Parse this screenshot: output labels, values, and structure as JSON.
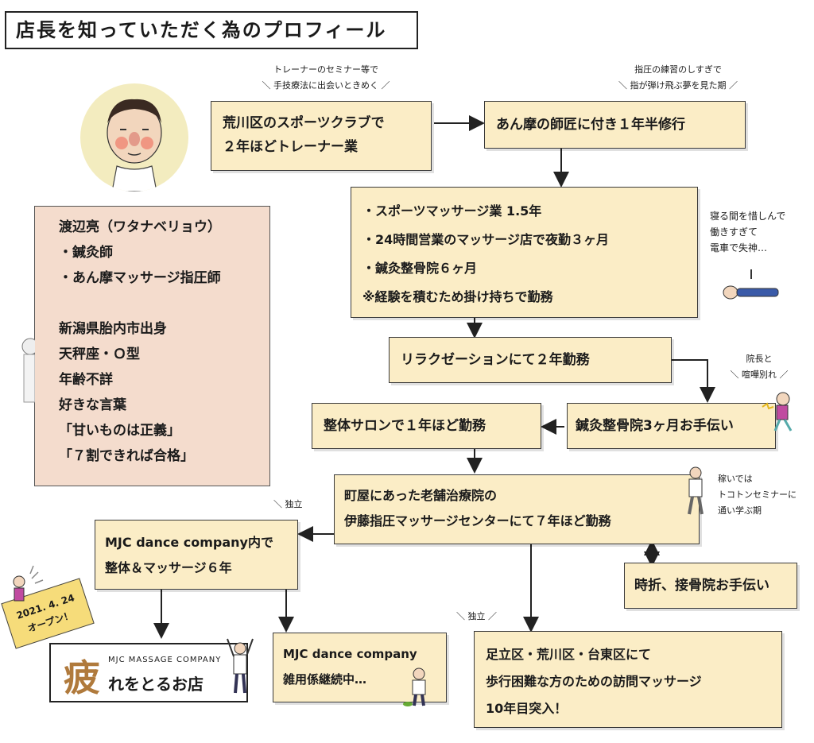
{
  "title": "店長を知っていただく為のプロフィール",
  "notes": {
    "trainer_top": "トレーナーのセミナー等で",
    "trainer_bottom": "＼ 手技療法に出会いときめく ／",
    "shiatsu_top": "指圧の練習のしすぎで",
    "shiatsu_bottom": "＼ 指が弾け飛ぶ夢を見た期 ／",
    "sleep_1": "寝る間を惜しんで",
    "sleep_2": "働きすぎて",
    "sleep_3": "電車で失神…",
    "fight_top": "院長と",
    "fight_bottom": "＼ 喧嘩別れ ／",
    "seminar_1": "稼いでは",
    "seminar_2": "トコトンセミナーに",
    "seminar_3": "通い学ぶ期",
    "indep_1": "＼ 独立",
    "indep_2": "＼ 独立 ／"
  },
  "profile": {
    "lines": [
      "渡辺亮（ワタナベリョウ）",
      "・鍼灸師",
      "・あん摩マッサージ指圧師",
      "",
      "新潟県胎内市出身",
      "天秤座・Ｏ型",
      "年齢不詳",
      "好きな言葉",
      "「甘いものは正義」",
      "「７割できれば合格」"
    ]
  },
  "boxes": {
    "trainer": [
      "荒川区のスポーツクラブで",
      "２年ほどトレーナー業"
    ],
    "shiatsu": [
      "あん摩の師匠に付き１年半修行"
    ],
    "massage": [
      "・スポーツマッサージ業 1.5年",
      "・24時間営業のマッサージ店で夜勤３ヶ月",
      "・鍼灸整骨院６ヶ月",
      "※経験を積むため掛け持ちで勤務"
    ],
    "relax": [
      "リラクゼーションにて２年勤務"
    ],
    "seikotsu": [
      "鍼灸整骨院3ヶ月お手伝い"
    ],
    "salon": [
      "整体サロンで１年ほど勤務"
    ],
    "ito": [
      "町屋にあった老舗治療院の",
      "伊藤指圧マッサージセンターにて７年ほど勤務"
    ],
    "sekkotsu": [
      "時折、接骨院お手伝い"
    ],
    "mjc": [
      "MJC dance company内で",
      "整体＆マッサージ６年"
    ],
    "mjc_cont": [
      "MJC dance company",
      "雑用係継続中…"
    ],
    "visit": [
      "足立区・荒川区・台東区にて",
      "歩行困難な方のための訪問マッサージ",
      "10年目突入！"
    ]
  },
  "stamp": [
    "2021. 4. 24",
    "オープン！"
  ],
  "logo": {
    "big": "疲",
    "small": "MJC MASSAGE COMPANY",
    "main": "れをとるお店"
  },
  "colors": {
    "box_fill": "#fbedc6",
    "profile_fill": "#f4dccd",
    "stamp_fill": "#f6dc7a"
  }
}
